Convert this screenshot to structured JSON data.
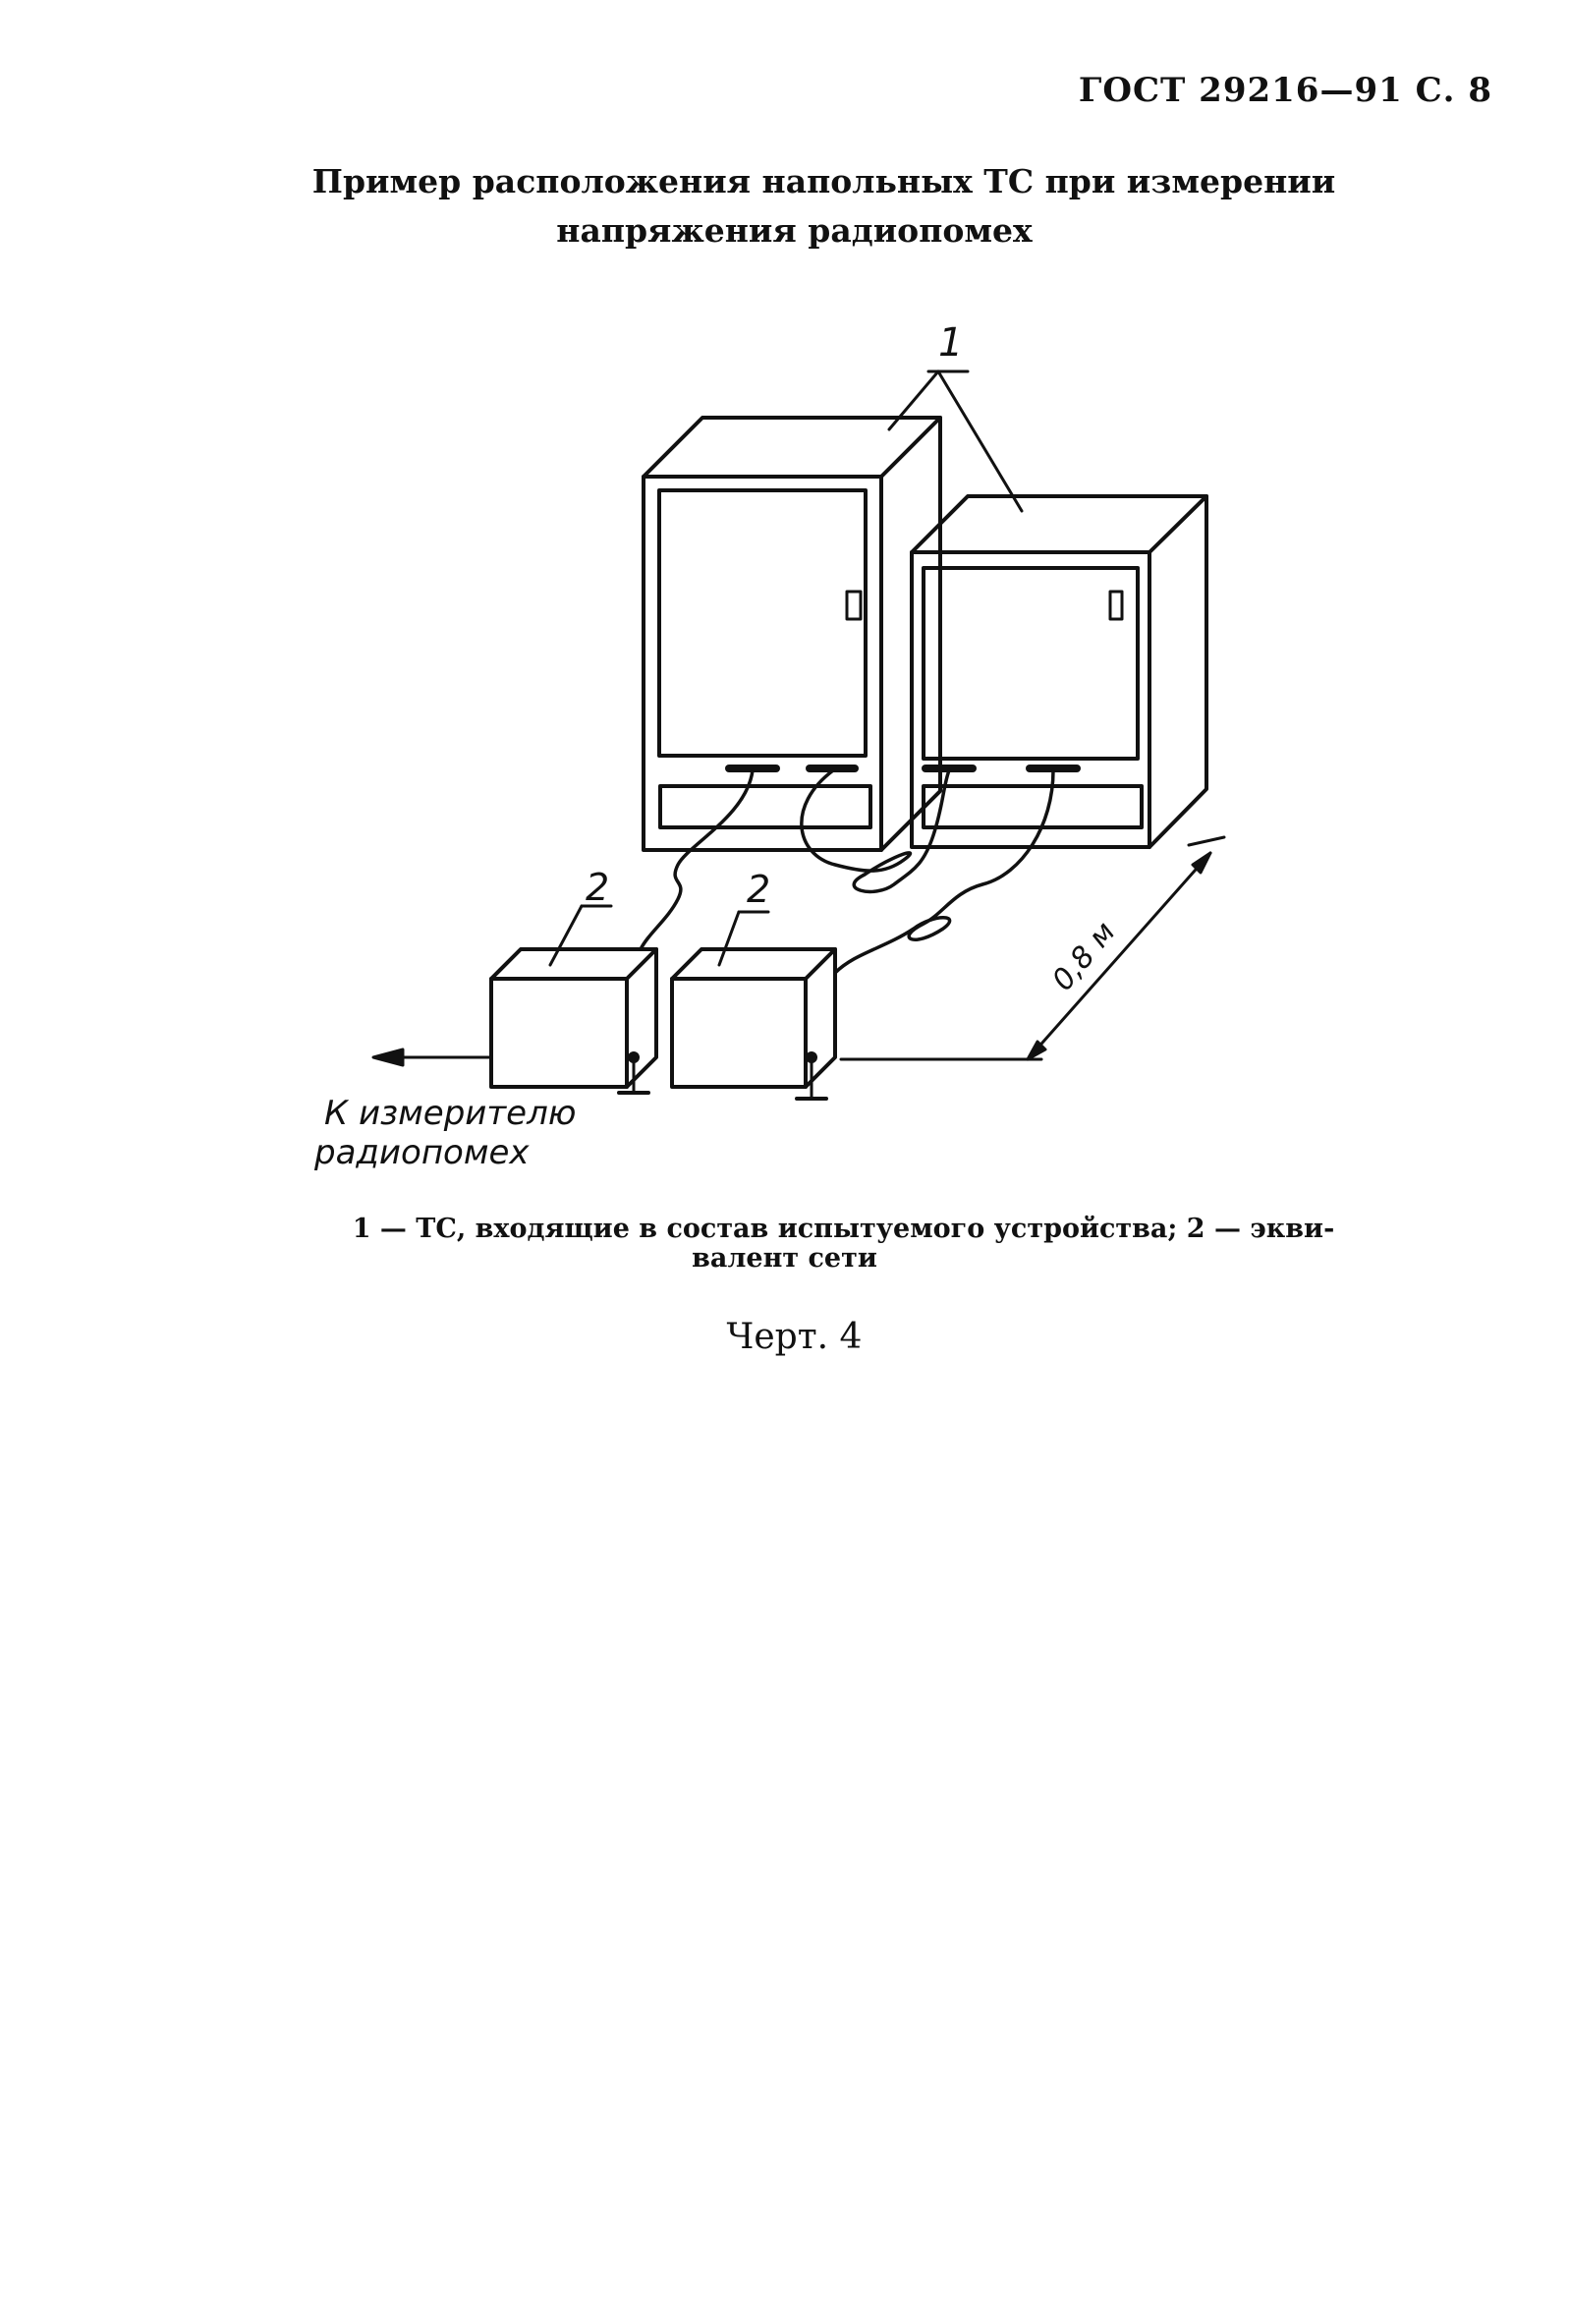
{
  "header": {
    "page_ref": "ГОСТ 29216—91 С. 8"
  },
  "title": {
    "line1": "Пример расположения  напольных ТС при измерении",
    "line2": "напряжения радиопомех"
  },
  "figure": {
    "label_1": "1",
    "label_2a": "2",
    "label_2b": "2",
    "distance": "0,8 м",
    "arrow_label_line1": "К измерителю",
    "arrow_label_line2": "радиопомех"
  },
  "caption": {
    "line1": "1 — ТС, входящие в состав испытуемого устройства; 2 — экви-",
    "line2": "валент сети"
  },
  "chert": "Черт. 4"
}
